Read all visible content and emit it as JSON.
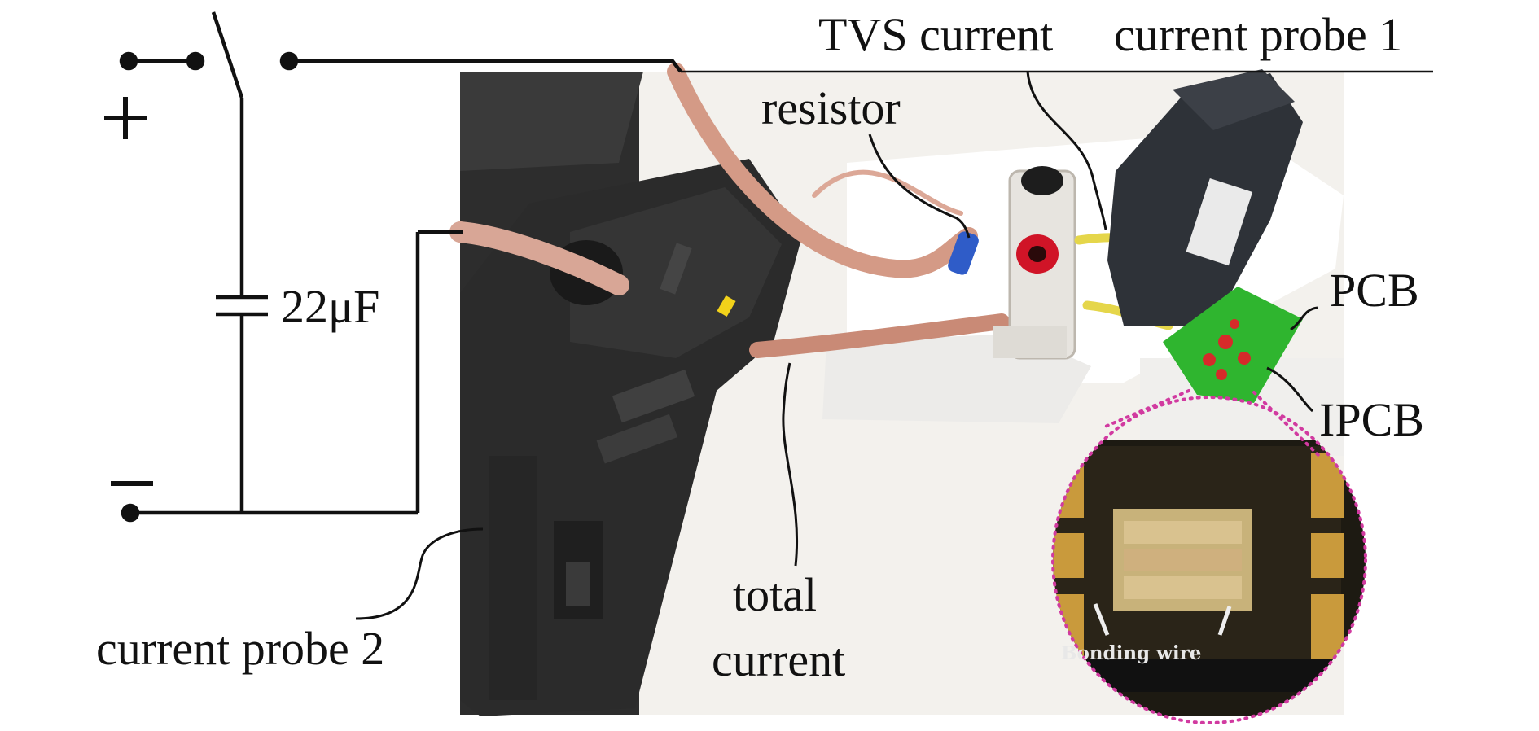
{
  "labels": {
    "tvs_current": "TVS current",
    "current_probe_1": "current probe  1",
    "resistor": "resistor",
    "capacitance": "22μF",
    "pcb": "PCB",
    "ipcb": "IPCB",
    "total_line1": "total",
    "total_line2": "current",
    "current_probe_2": "current probe 2",
    "bonding_wire": "Bonding wire"
  },
  "polarity": {
    "plus": "+",
    "minus": "−"
  },
  "colors": {
    "ink": "#111111",
    "probe_body": "#2b2b2b",
    "copper_wire": "#d49a86",
    "pcb_green": "#2fb52f",
    "magnify_circle": "#d13aa0",
    "die_background": "#1d1a12",
    "gold_pads": "#c99a3c"
  }
}
